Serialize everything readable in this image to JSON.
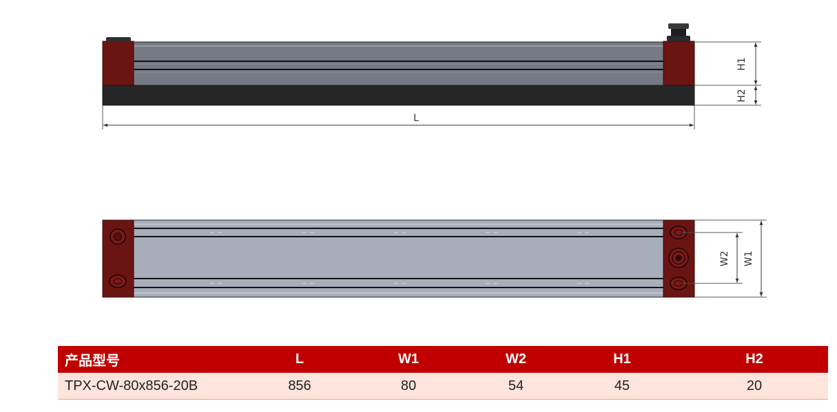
{
  "drawing": {
    "dimension_labels": {
      "length": "L",
      "height_1": "H1",
      "height_2": "H2",
      "width_2": "W2",
      "width_1": "W1"
    },
    "colors": {
      "end_cap": "#6b1414",
      "end_cap_edge": "#3a0808",
      "profile_side": "#767a84",
      "profile_top": "#a8adbb",
      "base_rubber": "#262626",
      "fitting": "#2a2a2a"
    },
    "icons": [
      "hex-socket-bolt-icon",
      "air-fitting-icon"
    ]
  },
  "table": {
    "headers": [
      "产品型号",
      "L",
      "W1",
      "W2",
      "H1",
      "H2"
    ],
    "rows": [
      [
        "TPX-CW-80x856-20B",
        "856",
        "80",
        "54",
        "45",
        "20"
      ]
    ],
    "colors": {
      "header_bg": "#c00000",
      "row_bg": "#fde4dc"
    }
  }
}
